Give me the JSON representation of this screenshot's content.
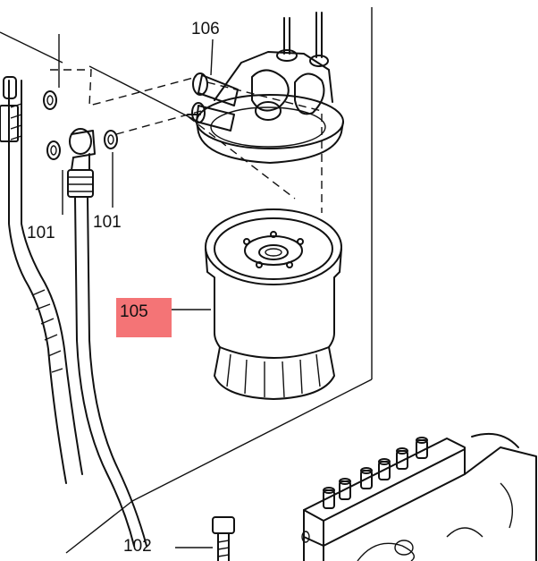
{
  "callouts": {
    "label_106": "106",
    "label_101_left": "101",
    "label_101_right": "101",
    "label_105": "105",
    "label_102": "102"
  },
  "colors": {
    "highlight": "#f47476",
    "line": "#111111",
    "background": "#ffffff"
  },
  "highlighted_callout": "105"
}
